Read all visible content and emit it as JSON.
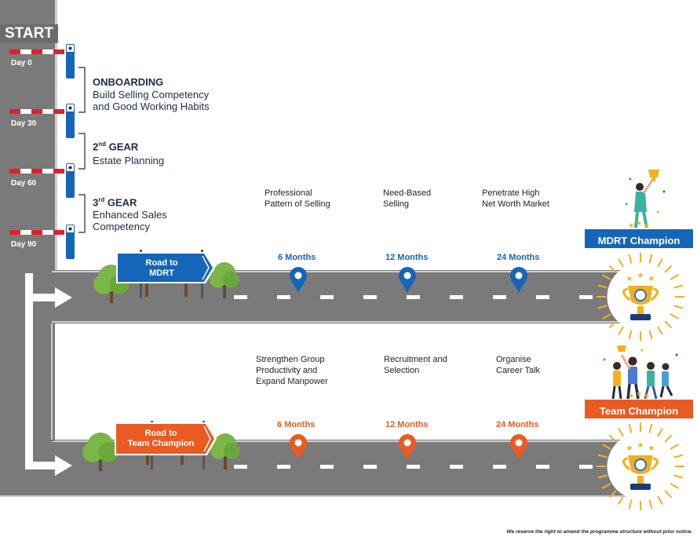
{
  "start_label": "START",
  "days": [
    "Day 0",
    "Day 30",
    "Day 60",
    "Day 90"
  ],
  "stages": [
    {
      "title": "ONBOARDING",
      "desc_lines": [
        "Build Selling Competency",
        "and Good Working Habits"
      ]
    },
    {
      "title_num": "2",
      "title_sup": "nd",
      "title_rest": " GEAR",
      "desc_lines": [
        "Estate Planning"
      ]
    },
    {
      "title_num": "3",
      "title_sup": "rd",
      "title_rest": " GEAR",
      "desc_lines": [
        "Enhanced Sales",
        "Competency"
      ]
    }
  ],
  "road_mdrt": {
    "sign_lines": [
      "Road to",
      "MDRT"
    ],
    "milestones": [
      {
        "lines": [
          "Professional",
          "Pattern of Selling"
        ],
        "duration": "6 Months"
      },
      {
        "lines": [
          "Need-Based",
          "Selling"
        ],
        "duration": "12 Months"
      },
      {
        "lines": [
          "Penetrate High",
          "Net Worth Market"
        ],
        "duration": "24 Months"
      }
    ],
    "champion_label": "MDRT Champion",
    "color": "#1565b8"
  },
  "road_team": {
    "sign_lines": [
      "Road to",
      "Team Champion"
    ],
    "milestones": [
      {
        "lines": [
          "Strengthen Group",
          "Productivity and",
          "Expand Manpower"
        ],
        "duration": "6 Months"
      },
      {
        "lines": [
          "Recruitment and",
          "Selection"
        ],
        "duration": "12 Months"
      },
      {
        "lines": [
          "Organise",
          "Career Talk"
        ],
        "duration": "24 Months"
      }
    ],
    "champion_label": "Team Champion",
    "color": "#ea5b24"
  },
  "disclaimer": "We reserve the right to amend the programme structure without prior notice.",
  "colors": {
    "road": "#7a7a7a",
    "road_edge": "#c9c9c9",
    "accent_blue": "#1565b8",
    "accent_orange": "#ea5b24",
    "gold": "#f2b01e",
    "tree": "#7ab648"
  }
}
